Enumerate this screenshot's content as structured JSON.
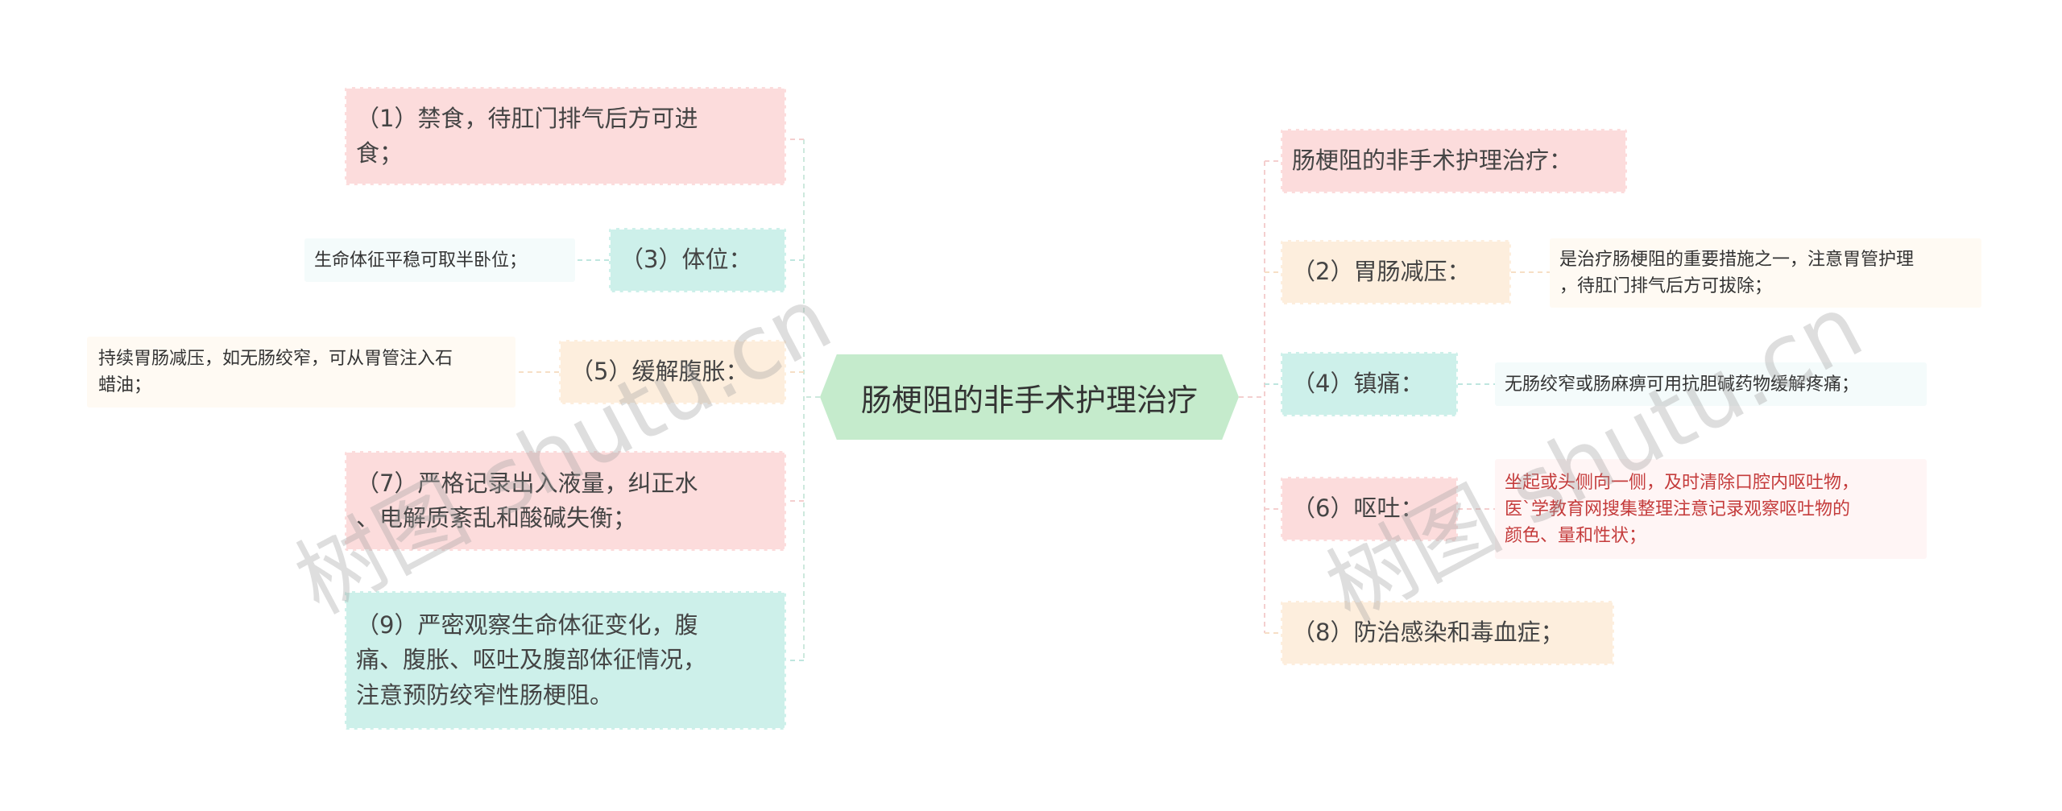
{
  "center": {
    "label": "肠梗阻的非手术护理治疗"
  },
  "left": [
    {
      "label": "（1）禁食，待肛门排气后方可进\n食；",
      "leaf": ""
    },
    {
      "label": "（3）体位：",
      "leaf": "生命体征平稳可取半卧位；"
    },
    {
      "label": "（5）缓解腹胀：",
      "leaf": "持续胃肠减压，如无肠绞窄，可从胃管注入石\n蜡油；"
    },
    {
      "label": "（7）严格记录出入液量，纠正水\n、电解质紊乱和酸碱失衡；",
      "leaf": ""
    },
    {
      "label": "（9）严密观察生命体征变化，腹\n痛、腹胀、呕吐及腹部体征情况，\n注意预防绞窄性肠梗阻。",
      "leaf": ""
    }
  ],
  "right": [
    {
      "label": "肠梗阻的非手术护理治疗：",
      "leaf": ""
    },
    {
      "label": "（2）胃肠减压：",
      "leaf": "是治疗肠梗阻的重要措施之一，注意胃管护理\n，待肛门排气后方可拔除；"
    },
    {
      "label": "（4）镇痛：",
      "leaf": "无肠绞窄或肠麻痹可用抗胆碱药物缓解疼痛；"
    },
    {
      "label": "（6）呕吐：",
      "leaf": "坐起或头侧向一侧，及时清除口腔内呕吐物，\n医`学教育网搜集整理注意记录观察呕吐物的\n颜色、量和性状；"
    },
    {
      "label": "（8）防治感染和毒血症；",
      "leaf": ""
    }
  ],
  "watermark": {
    "left": "树图 shutu.cn",
    "right": "树图 shutu.cn"
  },
  "colors": {
    "center": "#c5ebcc",
    "pink": "#fcdcdc",
    "mint": "#cdf0ea",
    "peach": "#fdeedd",
    "leaf_red_text": "#c43b3b"
  }
}
